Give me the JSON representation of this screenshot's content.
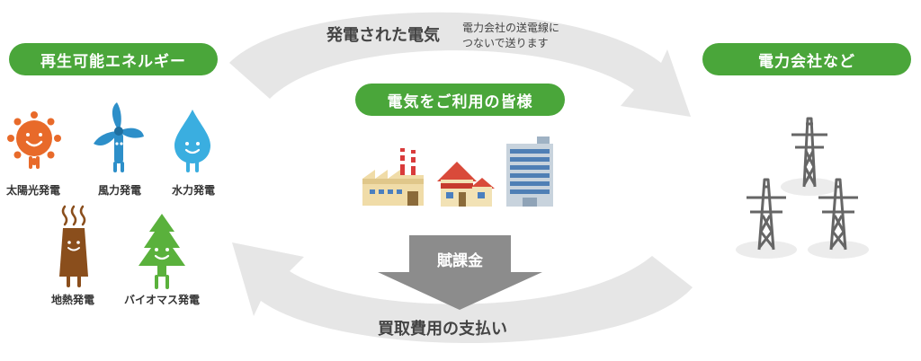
{
  "top_arrow": {
    "title": "発電された電気",
    "note_line1": "電力会社の送電線に",
    "note_line2": "つないで送ります"
  },
  "bottom_arrow": {
    "title": "買取費用の支払い"
  },
  "levy": {
    "label": "賦課金"
  },
  "nodes": {
    "renewable": {
      "label": "再生可能エネルギー"
    },
    "utility": {
      "label": "電力会社など"
    },
    "customers": {
      "label": "電気をご利用の皆様"
    }
  },
  "sources": [
    {
      "label": "太陽光発電",
      "icon": "sun-icon"
    },
    {
      "label": "風力発電",
      "icon": "wind-turbine-icon"
    },
    {
      "label": "水力発電",
      "icon": "water-drop-icon"
    },
    {
      "label": "地熱発電",
      "icon": "geothermal-icon"
    },
    {
      "label": "バイオマス発電",
      "icon": "tree-icon"
    }
  ],
  "colors": {
    "green": "#4aa63a",
    "arrow_gray": "#e6e6e6",
    "levy_gray": "#8c8c8c",
    "sun_orange": "#e86a2a",
    "wind_blue": "#2d8fc9",
    "water_blue": "#3aaee0",
    "geo_brown": "#8a4e1c",
    "tree_green": "#5ab13c"
  }
}
